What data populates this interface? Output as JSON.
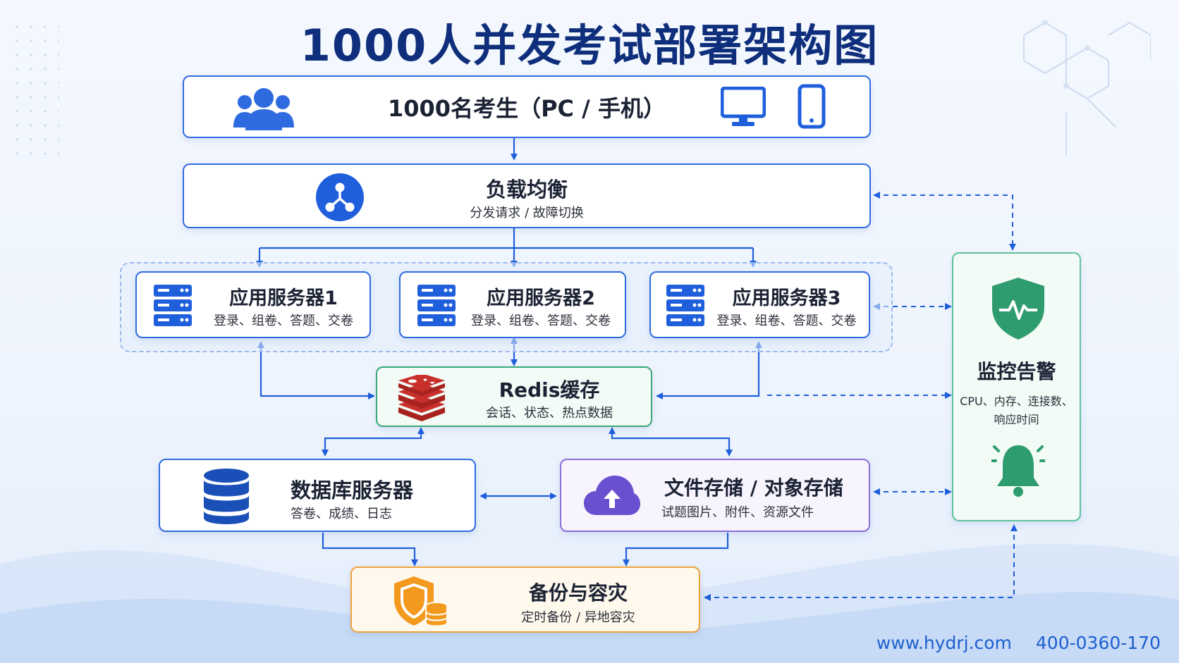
{
  "title": "1000人并发考试部署架构图",
  "users": {
    "label": "1000名考生（PC / 手机）",
    "icons": [
      "users-icon",
      "monitor-icon",
      "phone-icon"
    ]
  },
  "load_balancer": {
    "name": "负载均衡",
    "desc": "分发请求 / 故障切换",
    "icon": "share-nodes-icon"
  },
  "app_servers": [
    {
      "name": "应用服务器1",
      "desc": "登录、组卷、答题、交卷"
    },
    {
      "name": "应用服务器2",
      "desc": "登录、组卷、答题、交卷"
    },
    {
      "name": "应用服务器3",
      "desc": "登录、组卷、答题、交卷"
    }
  ],
  "redis": {
    "name": "Redis缓存",
    "desc": "会话、状态、热点数据",
    "icon": "redis-icon"
  },
  "database": {
    "name": "数据库服务器",
    "desc": "答卷、成绩、日志",
    "icon": "database-icon"
  },
  "file_storage": {
    "name": "文件存储 / 对象存储",
    "desc": "试题图片、附件、资源文件",
    "icon": "cloud-upload-icon"
  },
  "backup": {
    "name": "备份与容灾",
    "desc": "定时备份 / 异地容灾",
    "icon": "shield-database-icon"
  },
  "monitor": {
    "name": "监控告警",
    "desc_line1": "CPU、内存、连接数、",
    "desc_line2": "响应时间",
    "icons": [
      "shield-pulse-icon",
      "bell-icon"
    ]
  },
  "footer": {
    "website": "www.hydrj.com",
    "phone": "400-0360-170"
  },
  "colors": {
    "primary": "#2f6be0",
    "title": "#0f2f7c",
    "green": "#2e9c6e",
    "purple": "#7b5cd6",
    "orange": "#f0a23a",
    "redis": "#c9302c"
  }
}
